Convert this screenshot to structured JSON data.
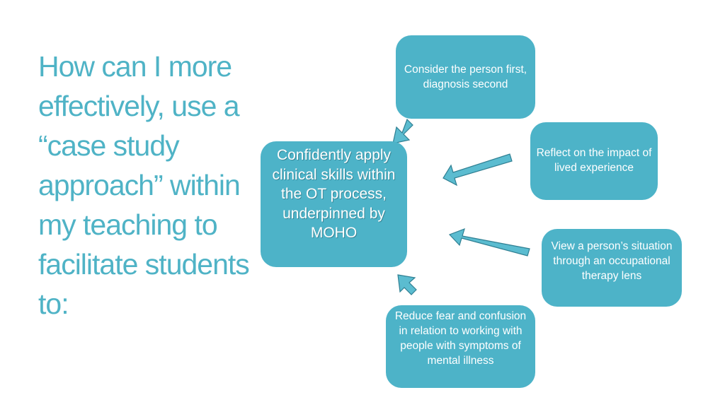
{
  "slide": {
    "title": "How can I more effectively, use a “case study approach” within my teaching to facilitate students to:"
  },
  "diagram": {
    "center": "Confidently apply clinical skills within the OT process, underpinned by MOHO",
    "nodes": {
      "top": "Consider the person first, diagnosis second",
      "right_upper": "Reflect on the impact of lived experience",
      "right_lower": "View a person’s situation through an occupational therapy lens",
      "bottom": "Reduce fear and confusion in relation to working with people with symptoms of mental illness"
    }
  },
  "colors": {
    "title": "#4fb3c6",
    "box_fill": "#4db3c8",
    "arrow_fill": "#5bbcd0",
    "arrow_stroke": "#2f7f92"
  }
}
